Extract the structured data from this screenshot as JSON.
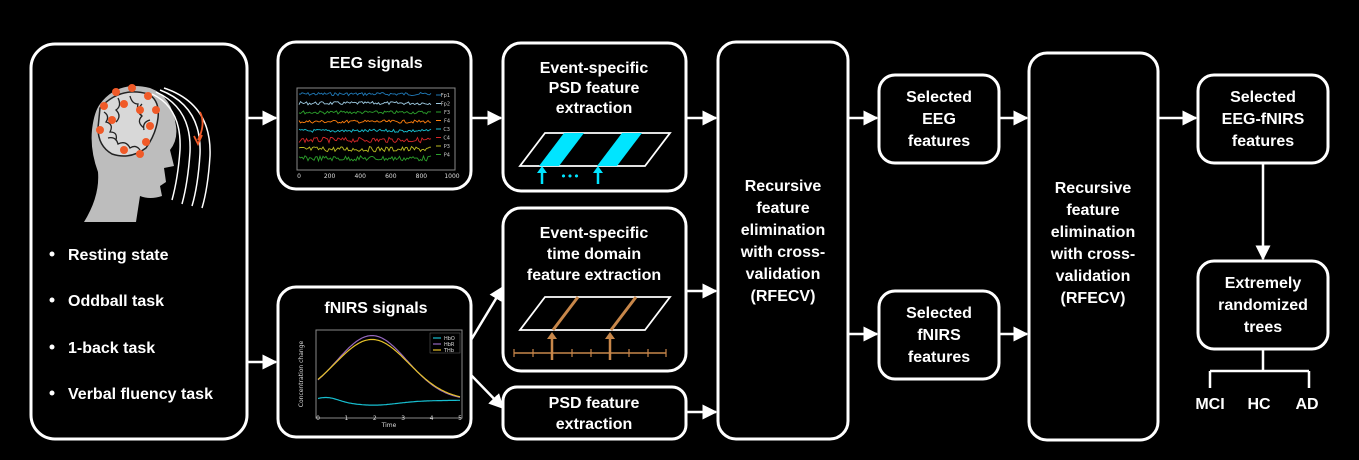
{
  "inputs": {
    "tasks": [
      "Resting state",
      "Oddball task",
      "1-back task",
      "Verbal fluency task"
    ]
  },
  "eeg_signals": {
    "title": "EEG signals",
    "x_ticks": [
      "0",
      "200",
      "400",
      "600",
      "800",
      "1000"
    ],
    "channels": [
      "Fp1",
      "Fp2",
      "F3",
      "F4",
      "C3",
      "C4",
      "P3",
      "P4"
    ],
    "trace_colors": [
      "#1f77b4",
      "#9ecae1",
      "#2ca02c",
      "#ff7f0e",
      "#17becf",
      "#d62728",
      "#bcbd22",
      "#2ca02c"
    ]
  },
  "fnirs_signals": {
    "title": "fNIRS signals",
    "legend": [
      "HbO",
      "HbR",
      "THb"
    ],
    "colors": [
      "#17becf",
      "#9467bd",
      "#e6c229"
    ],
    "x_ticks": [
      "0",
      "1",
      "2",
      "3",
      "4",
      "5"
    ],
    "xlabel": "Time",
    "ylabel": "Concentration change"
  },
  "eeg_feature": {
    "label_lines": [
      "Event-specific",
      "PSD feature",
      "extraction"
    ],
    "dots": "•••"
  },
  "fnirs_time_feature": {
    "label_lines": [
      "Event-specific",
      "time domain",
      "feature extraction"
    ]
  },
  "fnirs_psd_feature": {
    "label_lines": [
      "PSD feature",
      "extraction"
    ]
  },
  "rfecv_1": {
    "label_lines": [
      "Recursive",
      "feature",
      "elimination",
      "with cross-",
      "validation",
      "(RFECV)"
    ]
  },
  "selected_eeg": {
    "label_lines": [
      "Selected",
      "EEG",
      "features"
    ]
  },
  "selected_fnirs": {
    "label_lines": [
      "Selected",
      "fNIRS",
      "features"
    ]
  },
  "rfecv_2": {
    "label_lines": [
      "Recursive",
      "feature",
      "elimination",
      "with cross-",
      "validation",
      "(RFECV)"
    ]
  },
  "selected_combined": {
    "label_lines": [
      "Selected",
      "EEG-fNIRS",
      "features"
    ]
  },
  "classifier": {
    "label_lines": [
      "Extremely",
      "randomized",
      "trees"
    ]
  },
  "classes": [
    "MCI",
    "HC",
    "AD"
  ],
  "colors": {
    "background": "#000000",
    "stroke": "#ffffff",
    "electrode": "#f05a28",
    "cyan": "#00e5ff",
    "brown": "#c8874a"
  }
}
